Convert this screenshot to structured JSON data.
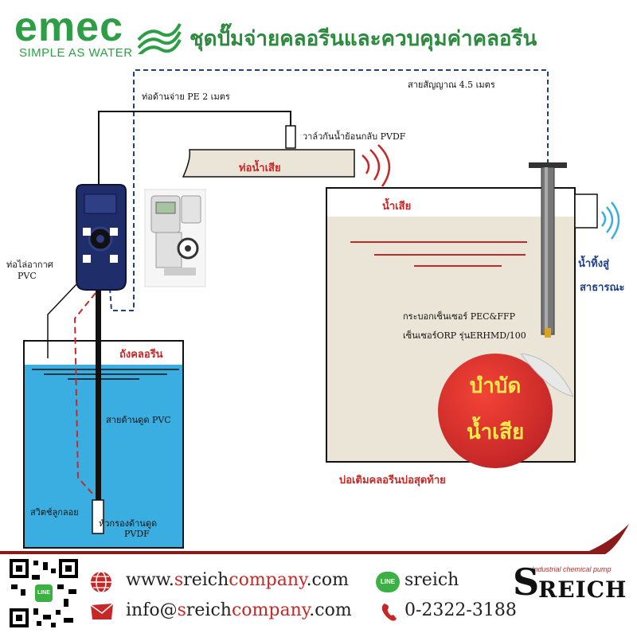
{
  "logo": {
    "brand": "emec",
    "tagline": "SIMPLE AS WATER"
  },
  "title": "ชุดปั๊มจ่ายคลอรีนและควบคุมค่าคลอรีน",
  "labels": {
    "discharge_pipe": "ท่อด้านจ่าย PE 2 เมตร",
    "signal_cable": "สายสัญญาณ 4.5 เมตร",
    "check_valve": "วาล์วกันน้ำย้อนกลับ PVDF",
    "waste_pipe": "ท่อน้ำเสีย",
    "waste_water": "น้ำเสีย",
    "air_vent_line1": "ท่อไล่อากาศ",
    "air_vent_line2": "PVC",
    "chlorine_tank": "ถังคลอรีน",
    "suction_hose": "สายด้านดูด PVC",
    "float_switch": "สวิตช์ลูกลอย",
    "foot_filter_line1": "หัวกรองด้านดูด",
    "foot_filter_line2": "PVDF",
    "discharge_public_line1": "น้ำทิ้งสู่",
    "discharge_public_line2": "สาธารณะ",
    "sensor_holder": "กระบอกเซ็นเซอร์ PEC&FFP",
    "orp_sensor": "เซ็นเซอร์ORP รุ่นERHMD/100",
    "final_tank": "บ่อเติมคลอรีนบ่อสุดท้าย"
  },
  "sticker": {
    "line1": "บำบัด",
    "line2": "น้ำเสีย"
  },
  "footer": {
    "web_prefix": "www.",
    "web_s": "s",
    "web_reich": "reich",
    "web_company": "company",
    "web_suffix": ".com",
    "email_prefix": "info@",
    "email_s": "s",
    "email_reich": "reich",
    "email_company": "company",
    "email_suffix": ".com",
    "line_id": "sreich",
    "line_badge": "LINE",
    "phone": "0-2322-3188",
    "brand_tagline": "Industrial chemical pump",
    "brand_name": "REICH",
    "brand_initial": "S",
    "qr_badge": "LINE"
  },
  "colors": {
    "green": "#2e9e46",
    "red": "#c62828",
    "navy": "#1f3f8a",
    "water": "#3aaee0",
    "sand": "#ebe5d8"
  }
}
